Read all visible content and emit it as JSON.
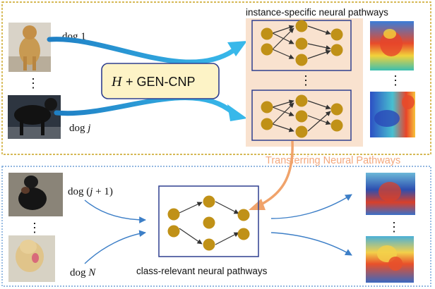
{
  "top": {
    "dog_first": "dog 1",
    "dog_j": "dog j",
    "pathways_label": "instance-specific neural pathways",
    "model_h": "H",
    "model_name": "+ GEN-CNP",
    "dots": "⋮"
  },
  "middle": {
    "transfer_label": "Transferring Neural Pathways"
  },
  "bottom": {
    "dog_next": "dog (j + 1)",
    "dog_n": "dog N",
    "pathways_label": "class-relevant neural pathways",
    "dots": "⋮"
  },
  "colors": {
    "top_border": "#c9a21e",
    "bottom_border": "#6e9fd6",
    "node": "#c09117",
    "pathway_bg": "#f9e2cf",
    "net_box": "#2f3f8f",
    "arrow_top": "#2aa3d9",
    "arrow_bottom": "#3d7fc7",
    "transfer_arrow": "#f0a36b",
    "transfer_text": "#f3a77c",
    "model_box": "#fdf3c6"
  }
}
